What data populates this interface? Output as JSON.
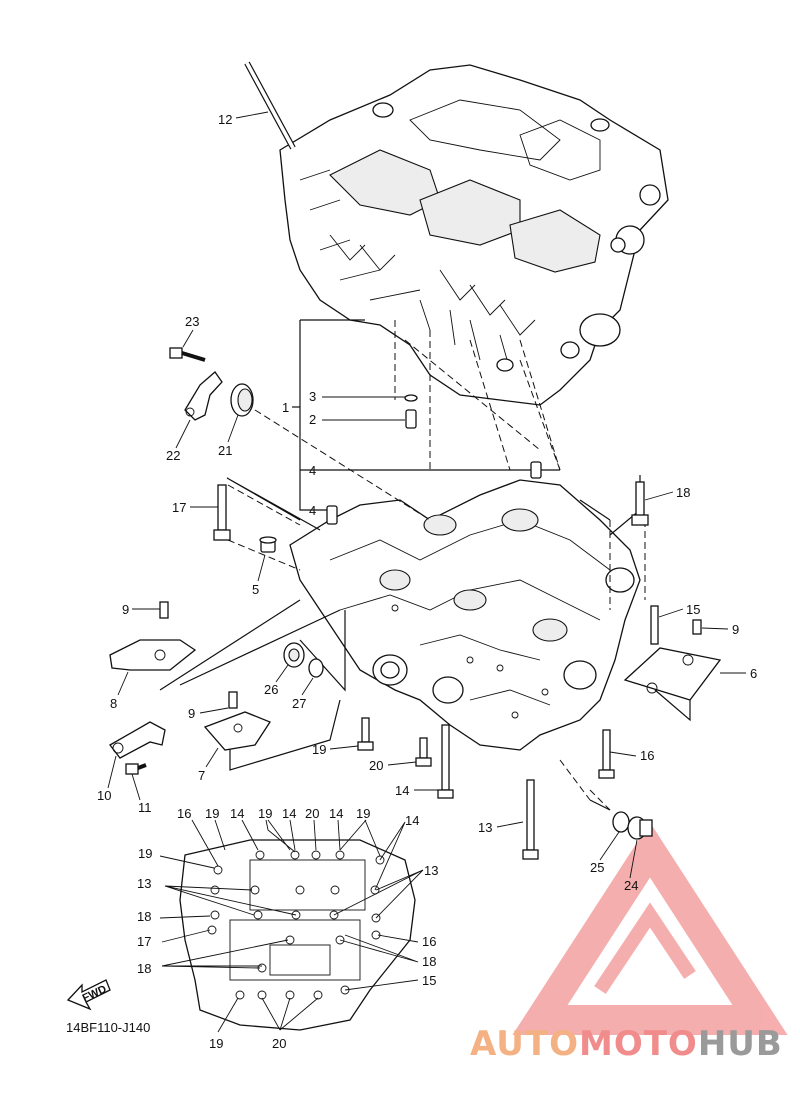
{
  "diagram": {
    "code": "14BF110-J140",
    "fwd_label": "FWD",
    "callouts": [
      {
        "id": "c12",
        "text": "12"
      },
      {
        "id": "c23",
        "text": "23"
      },
      {
        "id": "c22",
        "text": "22"
      },
      {
        "id": "c21",
        "text": "21"
      },
      {
        "id": "c3",
        "text": "3"
      },
      {
        "id": "c2",
        "text": "2"
      },
      {
        "id": "c1",
        "text": "1"
      },
      {
        "id": "c4a",
        "text": "4"
      },
      {
        "id": "c4b",
        "text": "4"
      },
      {
        "id": "c17",
        "text": "17"
      },
      {
        "id": "c18",
        "text": "18"
      },
      {
        "id": "c5",
        "text": "5"
      },
      {
        "id": "c9a",
        "text": "9"
      },
      {
        "id": "c15",
        "text": "15"
      },
      {
        "id": "c9b",
        "text": "9"
      },
      {
        "id": "c6",
        "text": "6"
      },
      {
        "id": "c8",
        "text": "8"
      },
      {
        "id": "c26",
        "text": "26"
      },
      {
        "id": "c27",
        "text": "27"
      },
      {
        "id": "c9c",
        "text": "9"
      },
      {
        "id": "c7",
        "text": "7"
      },
      {
        "id": "c19",
        "text": "19"
      },
      {
        "id": "c20",
        "text": "20"
      },
      {
        "id": "c16",
        "text": "16"
      },
      {
        "id": "c10",
        "text": "10"
      },
      {
        "id": "c11",
        "text": "11"
      },
      {
        "id": "c14",
        "text": "14"
      },
      {
        "id": "c13",
        "text": "13"
      },
      {
        "id": "c25",
        "text": "25"
      },
      {
        "id": "c24",
        "text": "24"
      }
    ],
    "inset_callouts": [
      {
        "id": "i16",
        "text": "16"
      },
      {
        "id": "i19a",
        "text": "19"
      },
      {
        "id": "i14a",
        "text": "14"
      },
      {
        "id": "i19b",
        "text": "19"
      },
      {
        "id": "i14b",
        "text": "14"
      },
      {
        "id": "i20a",
        "text": "20"
      },
      {
        "id": "i14c",
        "text": "14"
      },
      {
        "id": "i19c",
        "text": "19"
      },
      {
        "id": "i14d",
        "text": "14"
      },
      {
        "id": "i19d",
        "text": "19"
      },
      {
        "id": "i13a",
        "text": "13"
      },
      {
        "id": "i13b",
        "text": "13"
      },
      {
        "id": "i18a",
        "text": "18"
      },
      {
        "id": "i17",
        "text": "17"
      },
      {
        "id": "i16b",
        "text": "16"
      },
      {
        "id": "i18b",
        "text": "18"
      },
      {
        "id": "i18c",
        "text": "18"
      },
      {
        "id": "i15",
        "text": "15"
      },
      {
        "id": "i19e",
        "text": "19"
      },
      {
        "id": "i20b",
        "text": "20"
      }
    ]
  },
  "watermark": {
    "part1": "AUTO",
    "part2": "MOTO",
    "part3": "HUB",
    "color1": "#f4b183",
    "color2": "#f08c8c",
    "color3": "#9a9a9a",
    "logo_color": "#f4a0a0"
  }
}
